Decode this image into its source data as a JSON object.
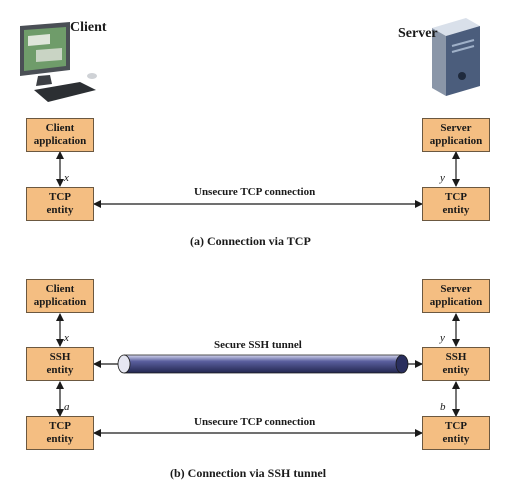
{
  "top": {
    "client_title": "Client",
    "server_title": "Server",
    "client_app": "Client\napplication",
    "server_app": "Server\napplication",
    "client_tcp": "TCP\nentity",
    "server_tcp": "TCP\nentity",
    "port_x": "x",
    "port_y": "y",
    "connection_label": "Unsecure TCP connection",
    "caption": "(a) Connection via TCP"
  },
  "bottom": {
    "client_app": "Client\napplication",
    "server_app": "Server\napplication",
    "client_ssh": "SSH\nentity",
    "server_ssh": "SSH\nentity",
    "client_tcp": "TCP\nentity",
    "server_tcp": "TCP\nentity",
    "port_x": "x",
    "port_y": "y",
    "port_a": "a",
    "port_b": "b",
    "tunnel_label": "Secure SSH tunnel",
    "connection_label": "Unsecure TCP connection",
    "caption": "(b) Connection via SSH tunnel"
  },
  "colors": {
    "box_fill": "#f4be82",
    "tunnel": "#3a3f7a"
  }
}
